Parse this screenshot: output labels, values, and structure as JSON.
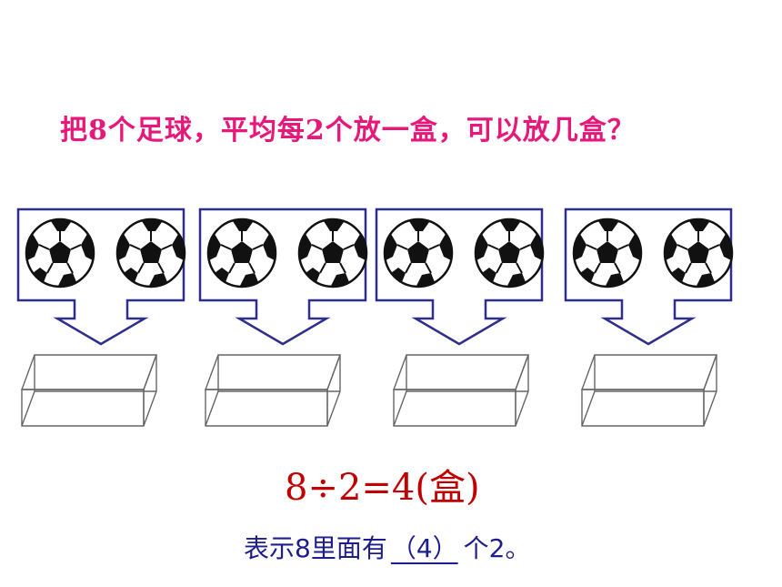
{
  "question": "把8个足球，平均每2个放一盒，可以放几盒？",
  "groups": [
    {
      "balls": [
        "soccer-ball",
        "soccer-ball"
      ],
      "box": "empty-box"
    },
    {
      "balls": [
        "soccer-ball",
        "soccer-ball"
      ],
      "box": "empty-box"
    },
    {
      "balls": [
        "soccer-ball",
        "soccer-ball"
      ],
      "box": "empty-box"
    },
    {
      "balls": [
        "soccer-ball",
        "soccer-ball"
      ],
      "box": "empty-box"
    }
  ],
  "equation": "8÷2=4(盒)",
  "meaning": {
    "prefix": "表示8里面有",
    "blank": "（4）",
    "suffix": "个2。"
  },
  "colors": {
    "question": "#e6197b",
    "frame": "#2e2e8f",
    "equation": "#c00000",
    "meaning": "#1d1d8c"
  }
}
